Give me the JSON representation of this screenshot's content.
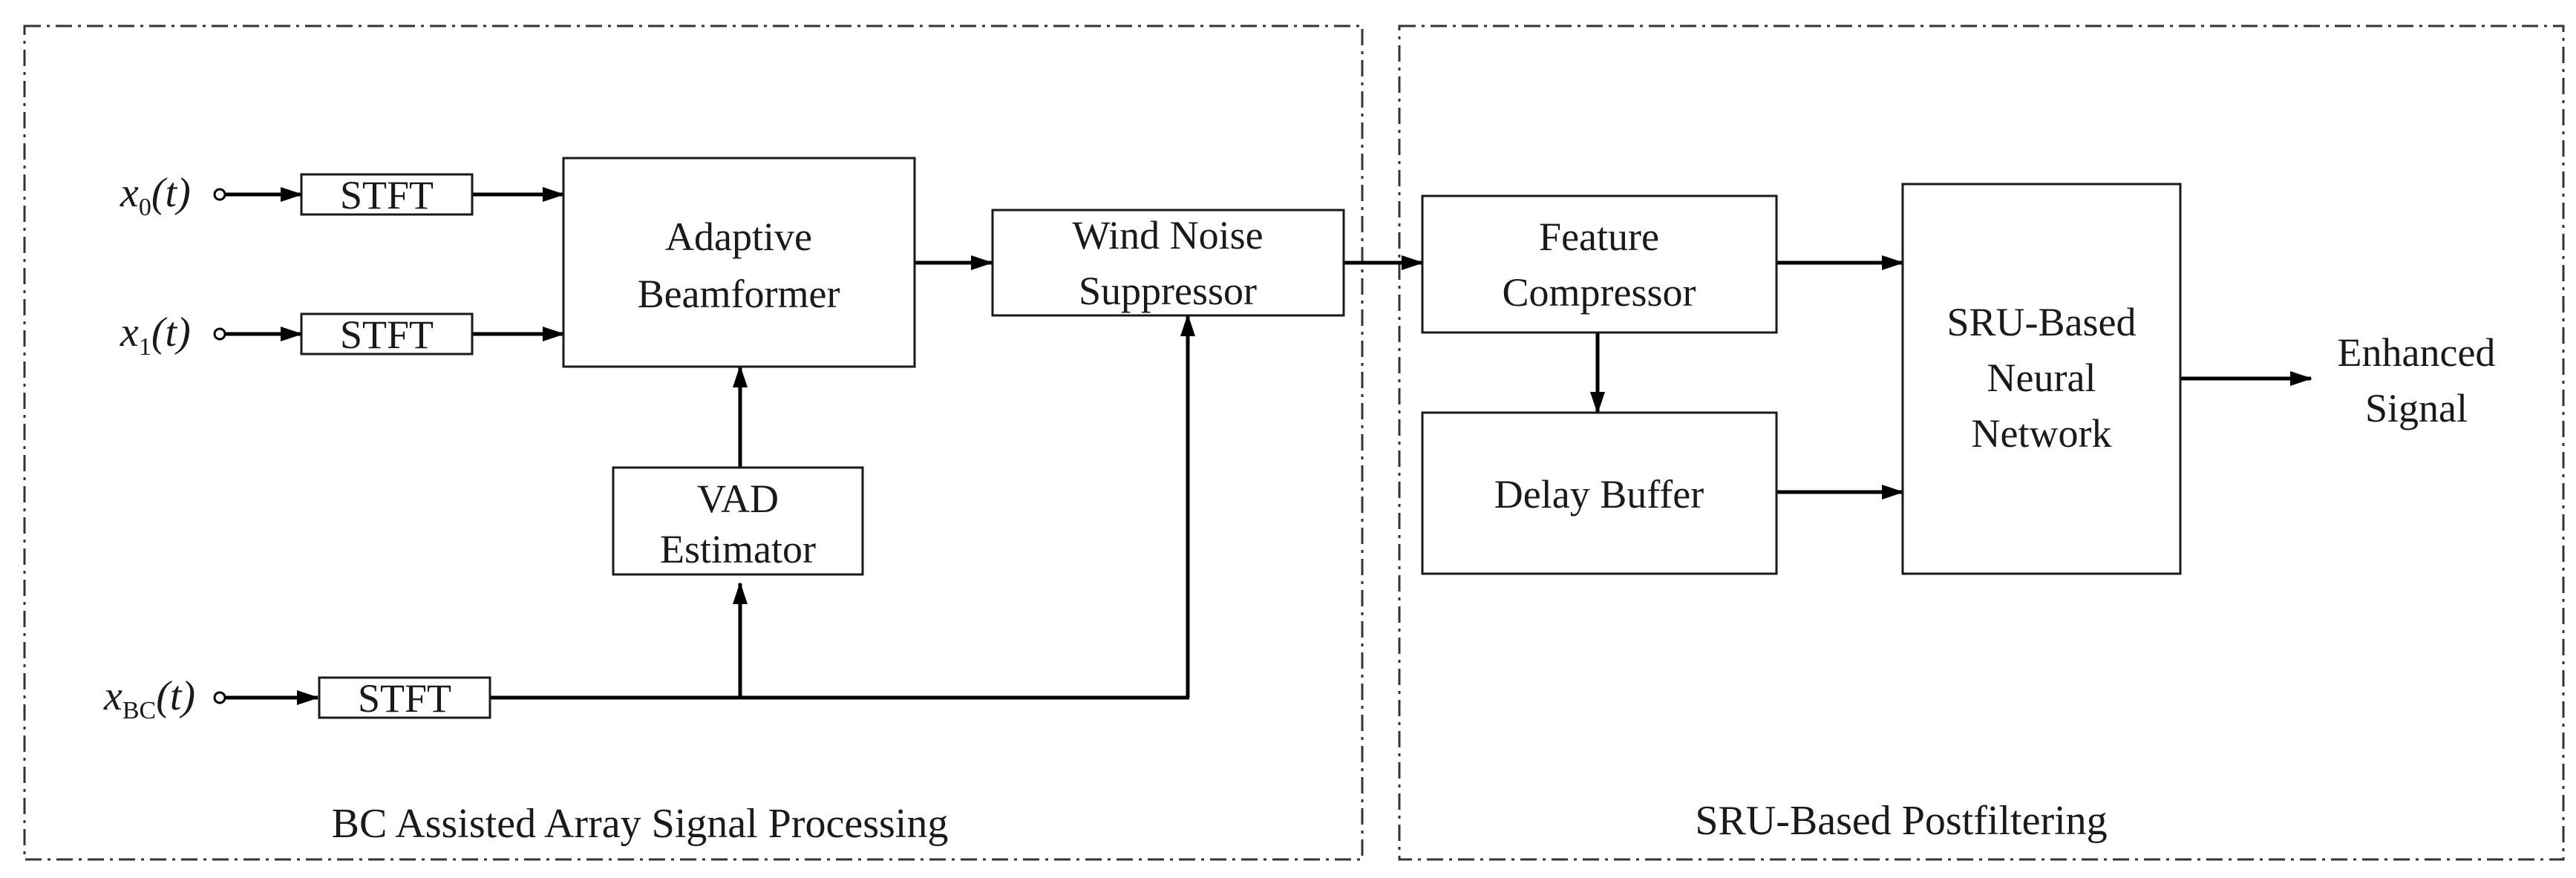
{
  "groups": {
    "left": "BC Assisted Array Signal Processing",
    "right": "SRU-Based Postfiltering"
  },
  "inputs": {
    "x0": {
      "base": "x",
      "sub": "0",
      "arg": "(t)"
    },
    "x1": {
      "base": "x",
      "sub": "1",
      "arg": "(t)"
    },
    "xbc": {
      "base": "x",
      "sub": "BC",
      "arg": "(t)"
    }
  },
  "blocks": {
    "stft0": "STFT",
    "stft1": "STFT",
    "stftbc": "STFT",
    "beamformer": [
      "Adaptive",
      "Beamformer"
    ],
    "vad": [
      "VAD",
      "Estimator"
    ],
    "wind": [
      "Wind Noise",
      "Suppressor"
    ],
    "feature": [
      "Feature",
      "Compressor"
    ],
    "delay": "Delay Buffer",
    "sru": [
      "SRU-Based",
      "Neural",
      "Network"
    ]
  },
  "output": [
    "Enhanced",
    "Signal"
  ]
}
